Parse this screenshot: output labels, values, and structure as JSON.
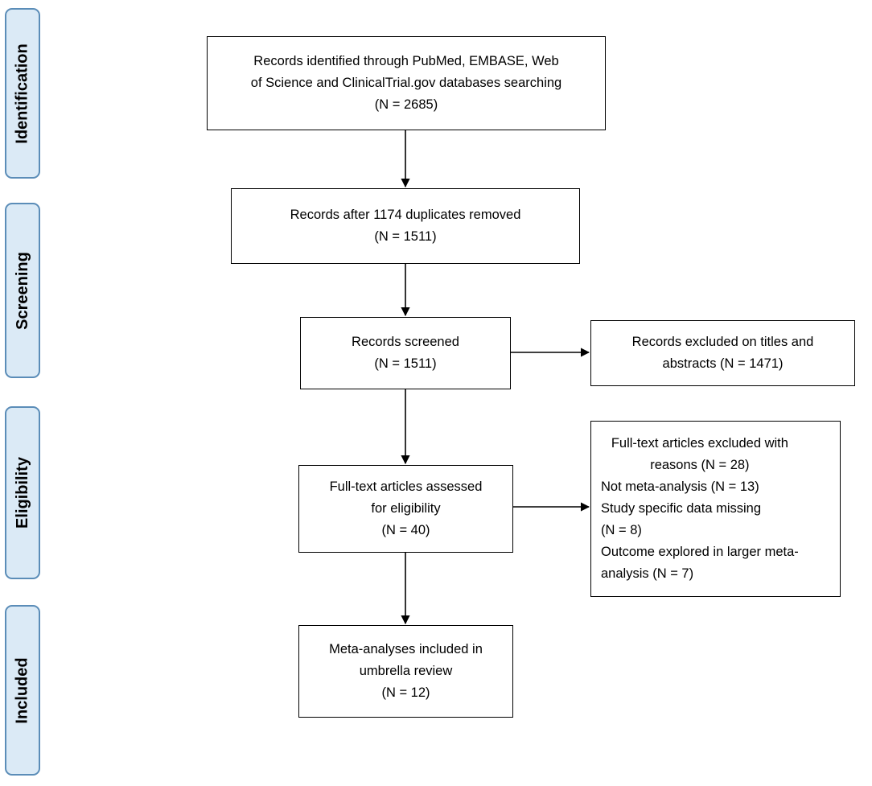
{
  "phases": {
    "identification": "Identification",
    "screening": "Screening",
    "eligibility": "Eligibility",
    "included": "Included"
  },
  "boxes": {
    "identified": {
      "lines": [
        "Records identified through PubMed, EMBASE, Web",
        "of Science and ClinicalTrial.gov databases searching",
        "(N = 2685)"
      ]
    },
    "after_duplicates": {
      "lines": [
        "Records after 1174 duplicates removed",
        "(N = 1511)"
      ]
    },
    "screened": {
      "lines": [
        "Records screened",
        "(N = 1511)"
      ]
    },
    "excluded_titles": {
      "lines": [
        "Records excluded on titles and",
        "abstracts (N = 1471)"
      ]
    },
    "fulltext_assessed": {
      "lines": [
        "Full-text articles assessed",
        "for eligibility",
        "(N = 40)"
      ]
    },
    "fulltext_excluded": {
      "lines": [
        "Full-text articles excluded with",
        "reasons (N = 28)",
        "Not meta-analysis (N = 13)",
        "Study specific data missing",
        "(N = 8)",
        "Outcome explored in larger meta-",
        "analysis (N = 7)"
      ]
    },
    "included": {
      "lines": [
        "Meta-analyses included in",
        "umbrella review",
        "(N = 12)"
      ]
    }
  }
}
